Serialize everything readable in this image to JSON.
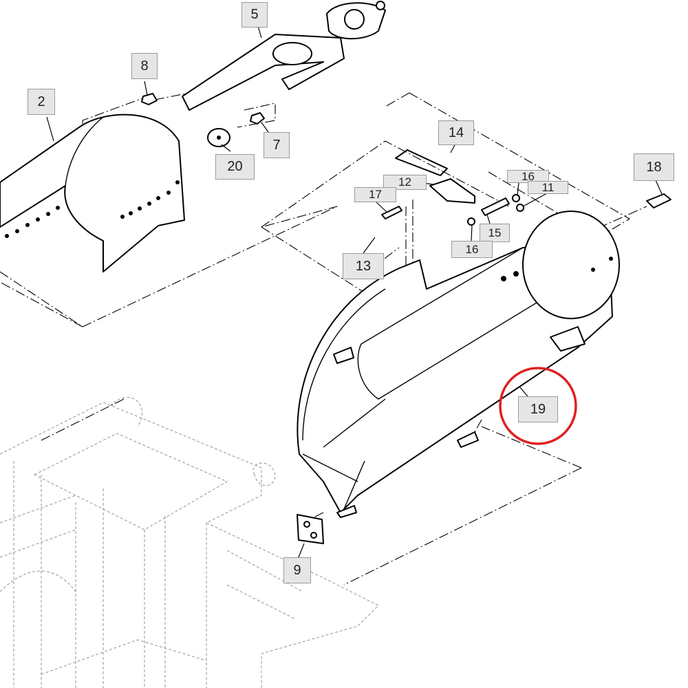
{
  "diagram": {
    "callouts": [
      {
        "id": "c2",
        "label": "2"
      },
      {
        "id": "c5",
        "label": "5"
      },
      {
        "id": "c8",
        "label": "8"
      },
      {
        "id": "c7",
        "label": "7"
      },
      {
        "id": "c20",
        "label": "20"
      },
      {
        "id": "c14",
        "label": "14"
      },
      {
        "id": "c12",
        "label": "12"
      },
      {
        "id": "c17",
        "label": "17"
      },
      {
        "id": "c16a",
        "label": "16"
      },
      {
        "id": "c11",
        "label": "11"
      },
      {
        "id": "c15",
        "label": "15"
      },
      {
        "id": "c16b",
        "label": "16"
      },
      {
        "id": "c13",
        "label": "13"
      },
      {
        "id": "c18",
        "label": "18"
      },
      {
        "id": "c19",
        "label": "19"
      },
      {
        "id": "c9",
        "label": "9"
      }
    ],
    "highlight": {
      "target": "19",
      "color": "#e02020"
    }
  }
}
